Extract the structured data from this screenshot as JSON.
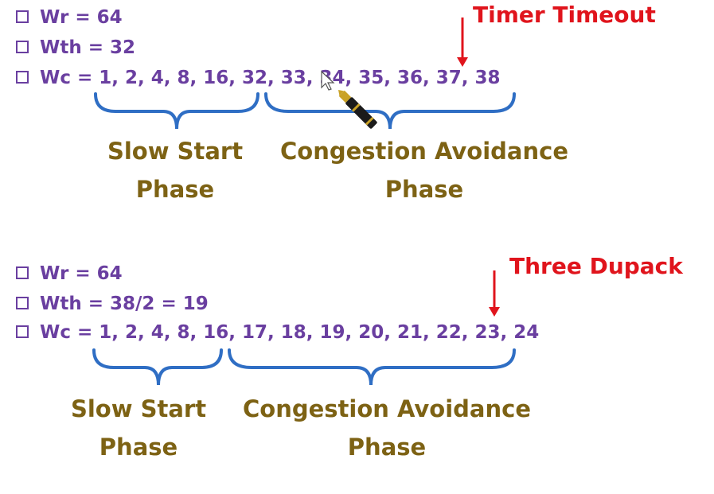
{
  "colors": {
    "text": "#6a3fa0",
    "event": "#e0141c",
    "brace": "#2f6ec4",
    "phase": "#7d6214"
  },
  "scenario1": {
    "wr": "Wr = 64",
    "wth": "Wth = 32",
    "wc": "Wc = 1, 2, 4, 8, 16, 32, 33, 34, 35, 36, 37, 38",
    "event": "Timer Timeout",
    "slow_start": [
      "Slow Start",
      "Phase"
    ],
    "congestion": [
      "Congestion Avoidance",
      "Phase"
    ]
  },
  "scenario2": {
    "wr": "Wr = 64",
    "wth": "Wth = 38/2 = 19",
    "wc": "Wc = 1, 2, 4, 8, 16, 17, 18, 19, 20, 21, 22, 23, 24",
    "event": "Three Dupack",
    "slow_start": [
      "Slow Start",
      "Phase"
    ],
    "congestion": [
      "Congestion Avoidance",
      "Phase"
    ]
  },
  "icons": {
    "checkbox": "checkbox-icon",
    "arrow": "down-arrow-icon",
    "brace": "curly-brace-icon",
    "pen": "pen-cursor-icon"
  }
}
